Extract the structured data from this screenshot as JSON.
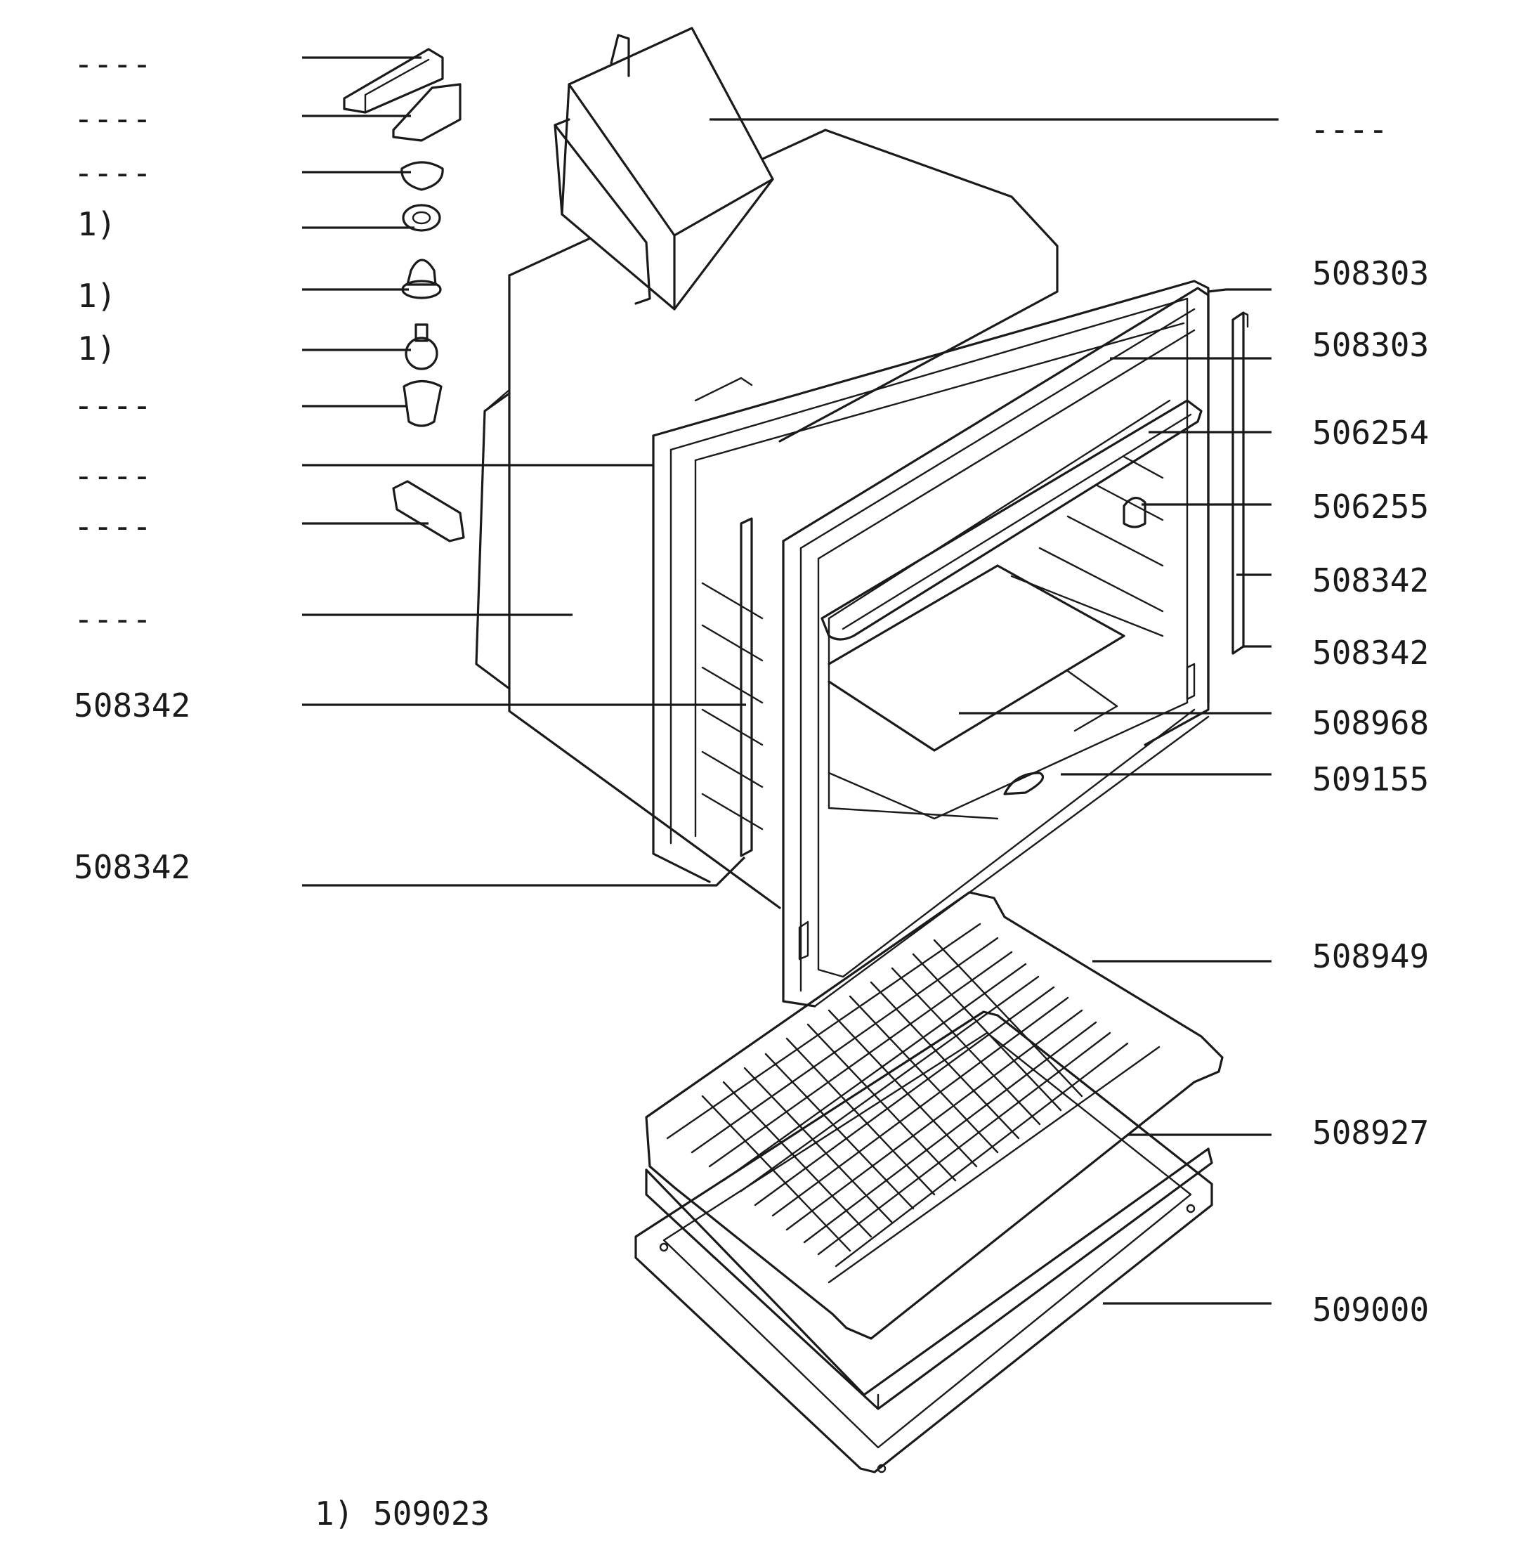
{
  "labels": {
    "left_1": "----",
    "left_2": "----",
    "left_3": "----",
    "left_4": "1)",
    "left_5": "1)",
    "left_6": "1)",
    "left_7": "----",
    "left_8": "----",
    "left_9": "----",
    "left_10": "----",
    "left_11": "508342",
    "left_12": "508342",
    "top_right": "----",
    "right_1": "508303",
    "right_2": "508303",
    "right_3": "506254",
    "right_4": "506255",
    "right_5": "508342",
    "right_6": "508342",
    "right_7": "508968",
    "right_8": "509155",
    "right_9": "508949",
    "right_10": "508927",
    "right_11": "509000"
  },
  "footnote": "1) 509023"
}
